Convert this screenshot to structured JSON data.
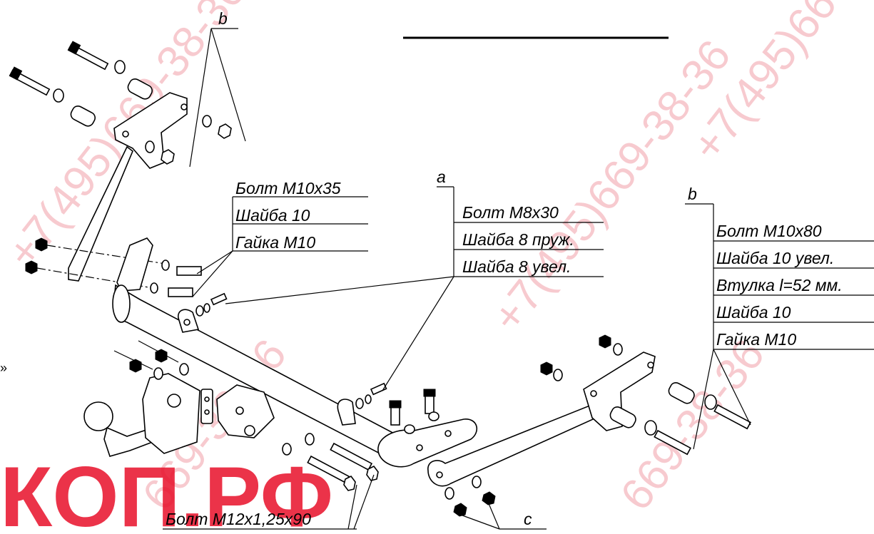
{
  "colors": {
    "watermark": "#f2a0a8",
    "brand": "#e8102a",
    "ink": "#000000"
  },
  "watermark": {
    "phone": "+7(495)669-38-36",
    "phone_partial": "669-38-36",
    "brand": "КОП.РФ"
  },
  "side_mark": "»",
  "groups": {
    "top_b": {
      "letter": "b"
    },
    "left": {
      "items": [
        "Болт М10х35",
        "Шайба 10",
        "Гайка М10"
      ]
    },
    "a": {
      "letter": "a",
      "items": [
        "Болт М8х30",
        "Шайба 8 пруж.",
        "Шайба 8 увел."
      ]
    },
    "right_b": {
      "letter": "b",
      "items": [
        "Болт М10х80",
        "Шайба 10 увел.",
        "Втулка l=52 мм.",
        "Шайба 10",
        "Гайка М10"
      ]
    },
    "bottom": {
      "items": [
        "Болт М12х1,25х90"
      ]
    },
    "c": {
      "letter": "c"
    }
  }
}
